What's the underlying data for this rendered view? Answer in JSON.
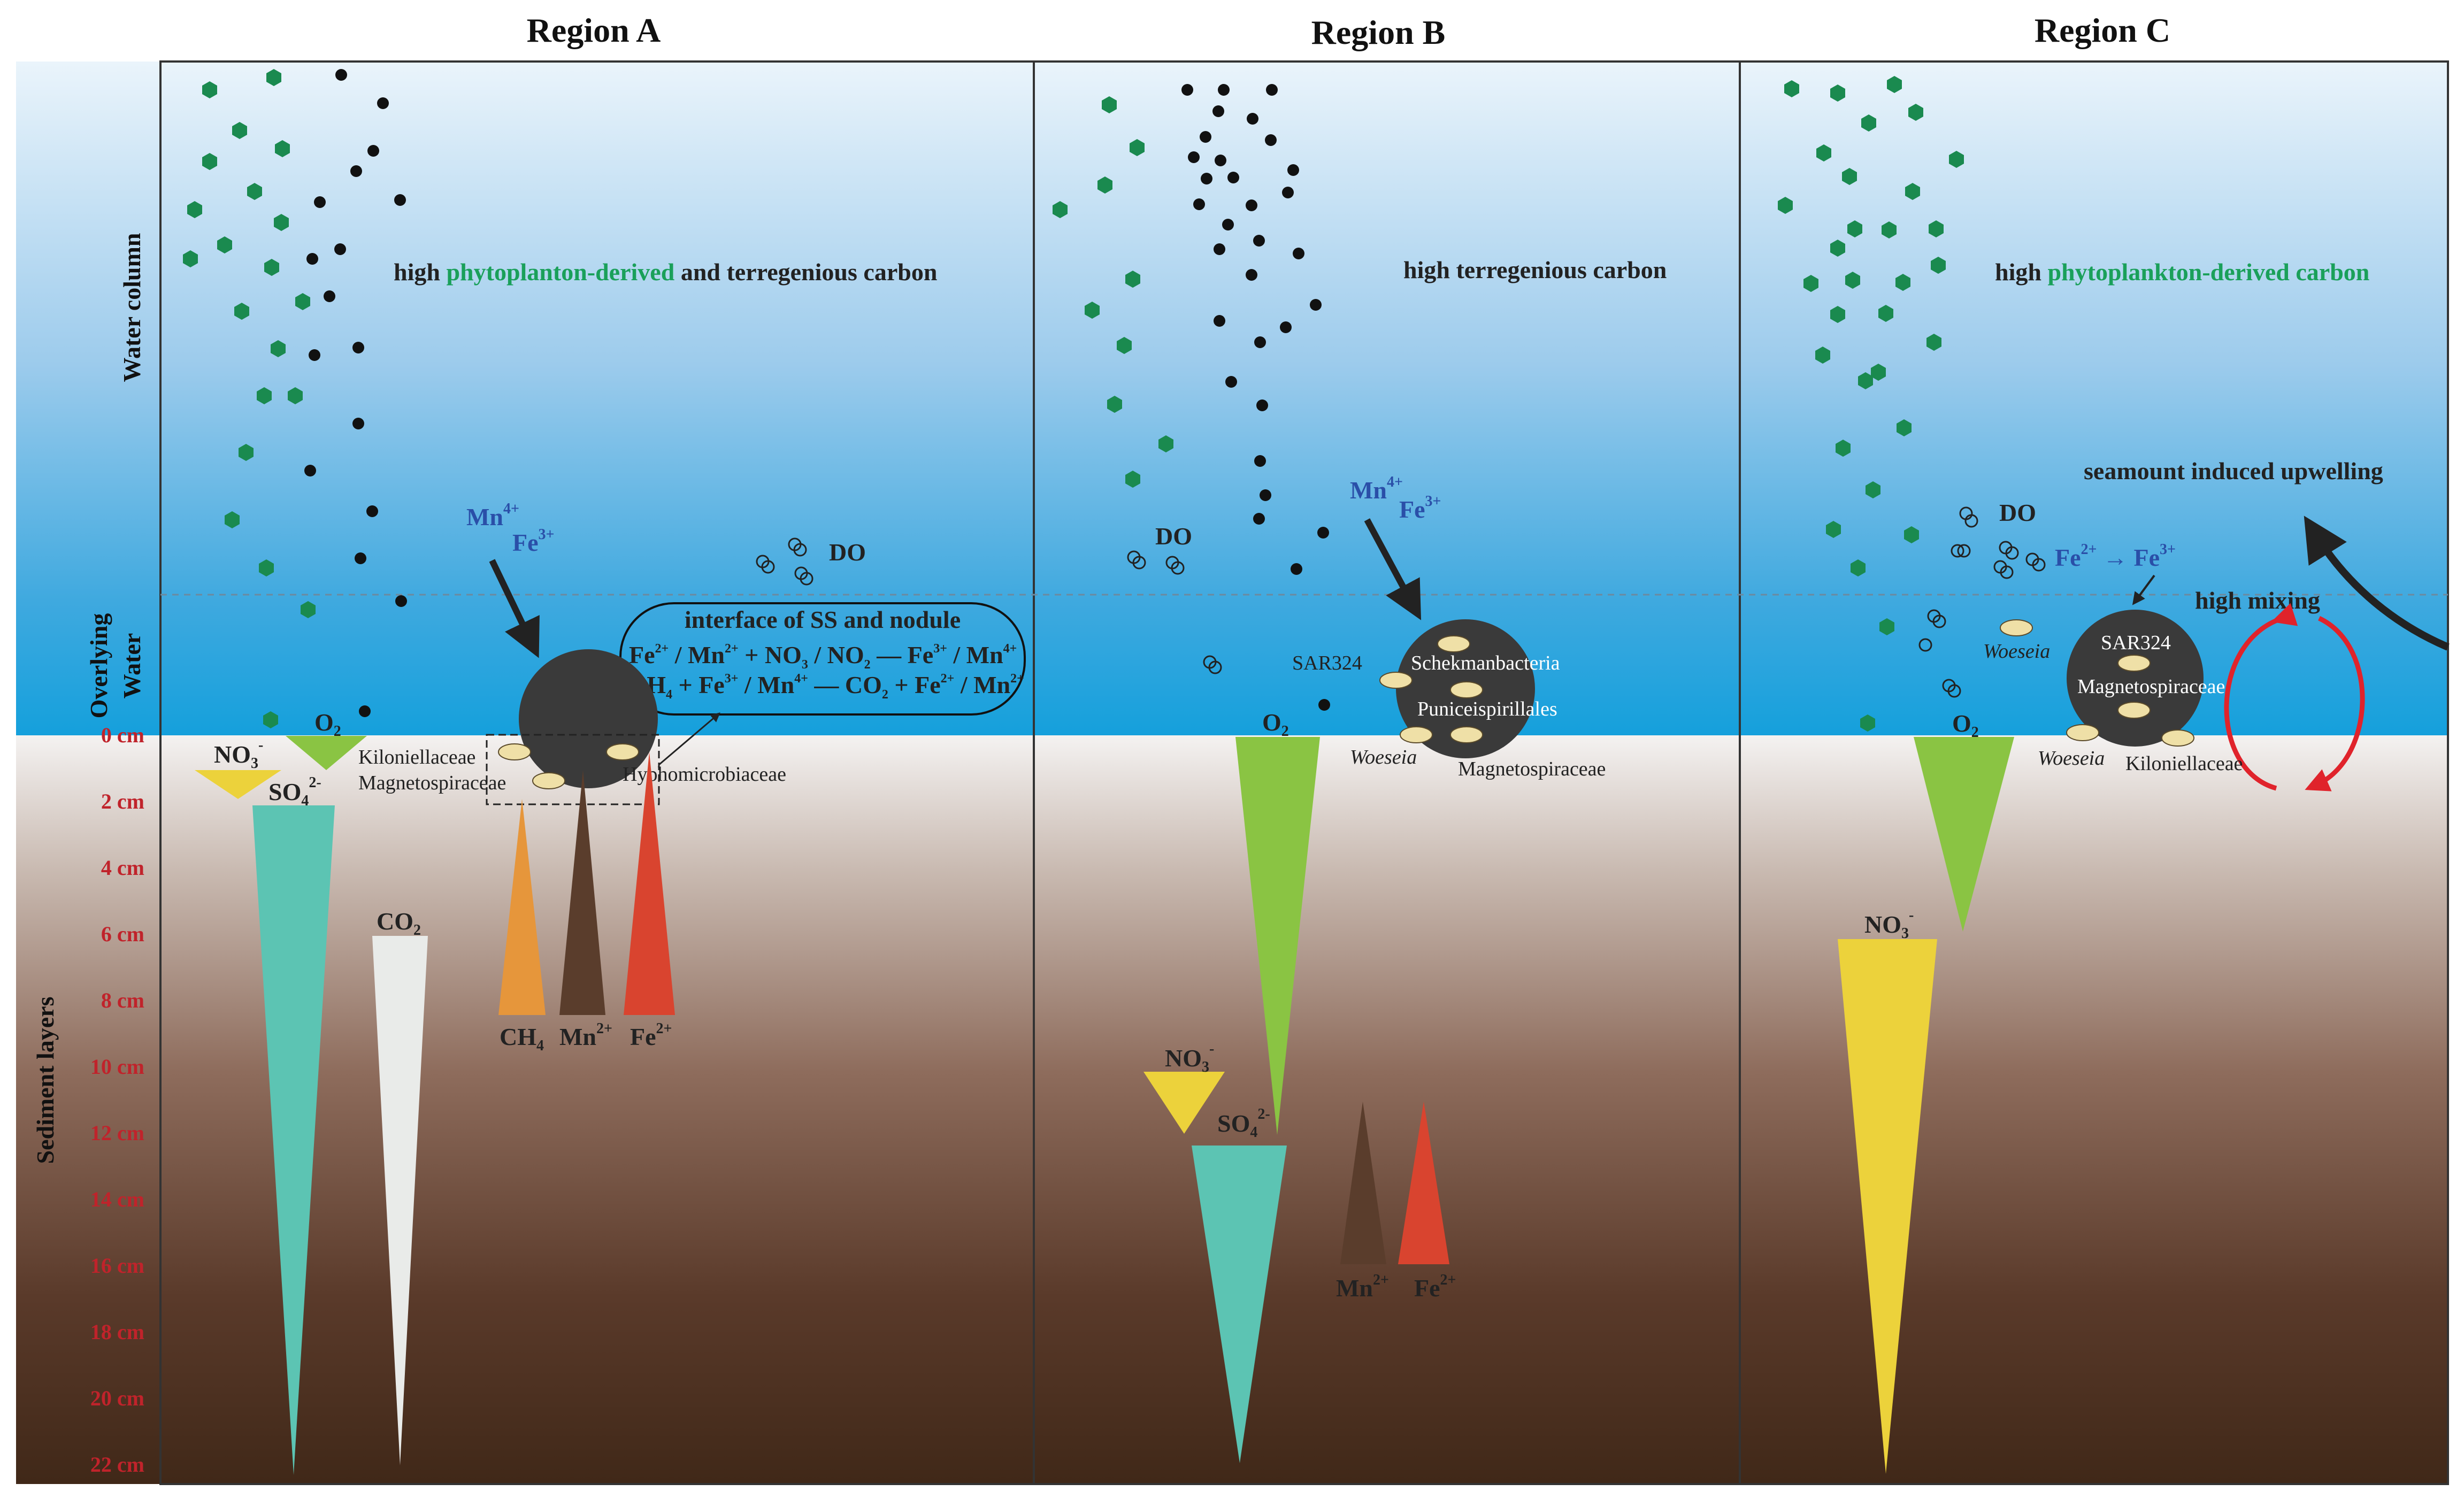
{
  "regions": {
    "a": {
      "title": "Region A",
      "carbon_prefix": "high ",
      "carbon_green": "phytoplanton-derived",
      "carbon_suffix": " and terregenious carbon",
      "interface_title": "interface of SS and nodule",
      "microbes": [
        "Kiloniellaceae",
        "Magnetospiraceae",
        "Hyphomicrobiaceae"
      ]
    },
    "b": {
      "title": "Region B",
      "carbon": "high terregenious carbon",
      "microbes": [
        "SAR324",
        "Schekmanbacteria",
        "Puniceispirillales",
        "Woeseia",
        "Magnetospiraceae"
      ]
    },
    "c": {
      "title": "Region C",
      "carbon_prefix": "high ",
      "carbon_green": "phytoplankton-derived carbon",
      "upwelling": "seamount induced upwelling",
      "mixing": "high mixing",
      "microbes": [
        "SAR324",
        "Magnetospiraceae",
        "Woeseia",
        "Woeseia",
        "Kiloniellaceae"
      ]
    }
  },
  "side_labels": {
    "water_column": "Water column",
    "overlying_water": "Overlying Water",
    "sediment_layers": "Sediment layers"
  },
  "depth_ticks": [
    "0 cm",
    "2 cm",
    "4 cm",
    "6 cm",
    "8 cm",
    "10 cm",
    "12 cm",
    "14 cm",
    "16 cm",
    "18 cm",
    "20 cm",
    "22 cm"
  ],
  "species": {
    "DO": "DO",
    "O2": "O",
    "NO3": "NO",
    "SO4": "SO",
    "CO2": "CO",
    "CH4": "CH",
    "Mn": "Mn",
    "Fe": "Fe"
  },
  "colors": {
    "phyto": "#1a8a4f",
    "o2": "#8ac443",
    "no3": "#ecd23b",
    "so4": "#5cc4b3",
    "co2": "#e9ebe9",
    "ch4": "#e6963b",
    "mn": "#5a3d2c",
    "fe": "#d9442f",
    "nodule": "#3a3a3a",
    "cell": "#efe0a7"
  }
}
